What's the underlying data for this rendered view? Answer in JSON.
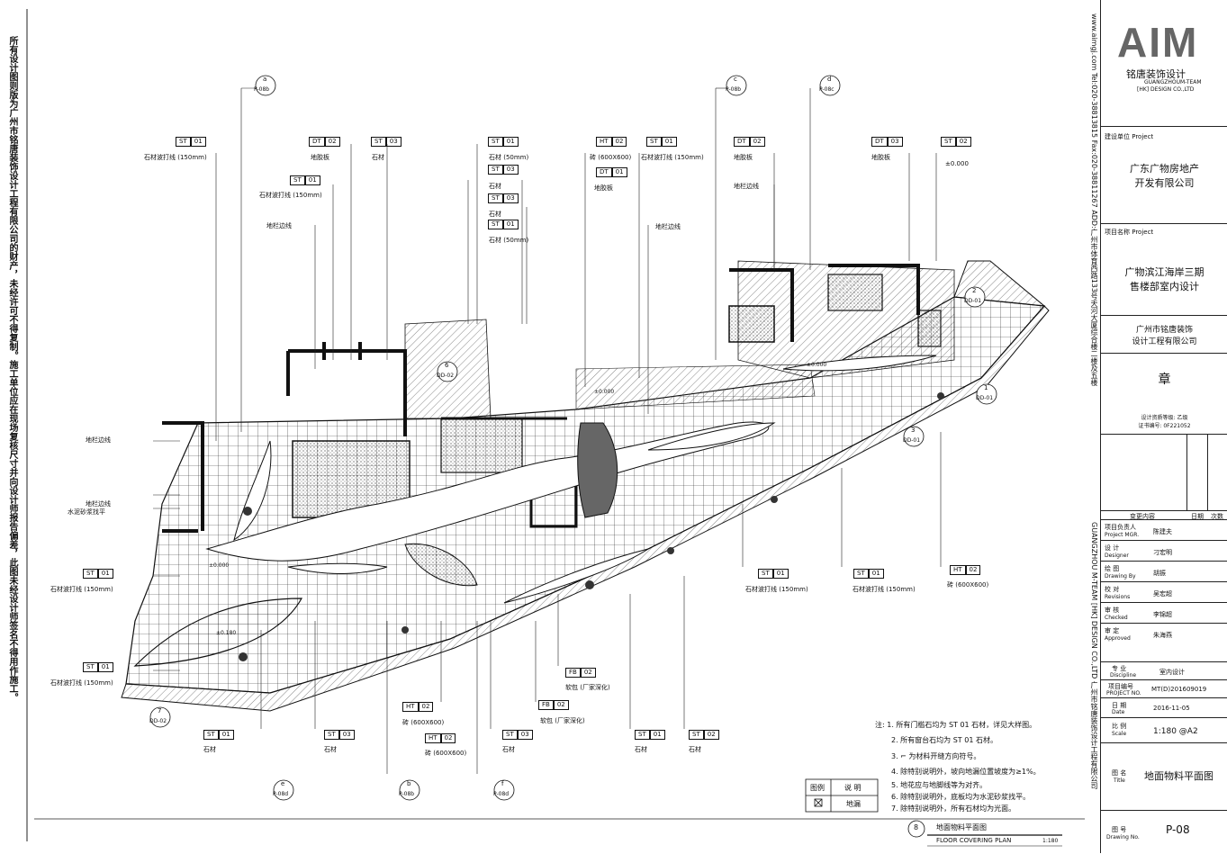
{
  "left_notice": "所有设计图则版为广州市铭唐装饰设计工程有限公司的财产，未经许可不得复制。施工单位应在现场复核尺寸并向设计师报告偏差，此图未经设计师签名不得用作施工。",
  "right_contact": "www.aimgj.com   Tel:020-38813815 Fax:020-38811267   ADD:广州市体育西路133号天河大厦综合楼二楼及五楼",
  "company_vertical": "GUANGZHOU M-TEAM [HK] DESIGN CO.,LTD   广州市铭唐装饰设计工程有限公司",
  "title_block": {
    "logo": "AIM",
    "company_cn": "铭唐装饰设计",
    "company_en1": "GUANGZHOUM-TEAM",
    "company_en2": "[HK] DESIGN CO.,LTD",
    "client_label": "建设单位  Project",
    "client": "广东广物房地产\n开发有限公司",
    "project_label": "项目名称  Project",
    "project": "广物滨江海岸三期\n售楼部室内设计",
    "designer_company": "广州市铭唐装饰\n设计工程有限公司",
    "seal": "章",
    "cert": "设计资质等级: 乙级\n证书编号: 0F221052",
    "revision_header": [
      "变更内容",
      "日期",
      "次数"
    ],
    "roles": [
      {
        "label": "项目负责人",
        "en": "Project MGR.",
        "name": "陈建夫"
      },
      {
        "label": "设 计",
        "en": "Designer",
        "name": "刁宏明"
      },
      {
        "label": "绘 图",
        "en": "Drawing By",
        "name": "胡振"
      },
      {
        "label": "校 对",
        "en": "Revisions",
        "name": "吴宏超"
      },
      {
        "label": "审 核",
        "en": "Checked",
        "name": "李锦超"
      },
      {
        "label": "审 定",
        "en": "Approved",
        "name": "朱海燕"
      }
    ],
    "discipline_label": "专 业",
    "discipline_en": "Discipline",
    "discipline": "室内设计",
    "project_no_label": "项目编号",
    "project_no_en": "PROJECT NO.",
    "project_no": "MT(D)201609019",
    "date_label": "日 期",
    "date_en": "Date",
    "date": "2016-11-05",
    "scale_label": "比 例",
    "scale_en": "Scale",
    "scale": "1:180 @A2",
    "title_label": "图 名",
    "title_en": "Title",
    "title": "地面物料平面图",
    "drawing_no_label": "图 号",
    "drawing_no_en": "Drawing No.",
    "drawing_no": "P-08"
  },
  "notes": [
    "注: 1. 所有门槛石均为 ST 01 石材，详见大样图。",
    "2. 所有窗台石均为 ST 01 石材。",
    "3. ⌐ 为材料开缝方向符号。",
    "4. 除特别说明外，坡向地漏位置坡度为≥1%。",
    "5. 地花应与地脚线等为对齐。",
    "6. 除特别说明外，底板均为水泥砂浆找平。",
    "7. 除特别说明外，所有石材均为光面。"
  ],
  "legend": {
    "header": [
      "图例",
      "说 明"
    ],
    "row": "地漏"
  },
  "plan_title": {
    "num": "8",
    "cn": "地面物料平面图",
    "en": "FLOOR COVERING PLAN",
    "scale": "1:180"
  },
  "callouts": [
    {
      "code": "ST",
      "no": "01",
      "desc": "石材波打线 (150mm)"
    },
    {
      "code": "ST",
      "no": "01",
      "desc": "石材波打线 (150mm)"
    },
    {
      "code": "DT",
      "no": "02",
      "desc": "地胶板"
    },
    {
      "code": "ST",
      "no": "03",
      "desc": "石材"
    },
    {
      "code": "ST",
      "no": "01",
      "desc": "石材 (50mm)"
    },
    {
      "code": "ST",
      "no": "03",
      "desc": "石材"
    },
    {
      "code": "ST",
      "no": "03",
      "desc": "石材"
    },
    {
      "code": "ST",
      "no": "01",
      "desc": "石材 (50mm)"
    },
    {
      "code": "HT",
      "no": "02",
      "desc": "砖 (600X600)"
    },
    {
      "code": "DT",
      "no": "01",
      "desc": "地胶板"
    },
    {
      "code": "ST",
      "no": "01",
      "desc": "石材波打线 (150mm)"
    },
    {
      "code": "DT",
      "no": "02",
      "desc": "地胶板"
    },
    {
      "code": "DT",
      "no": "03",
      "desc": "地胶板"
    },
    {
      "code": "ST",
      "no": "02",
      "desc": "±0.000"
    },
    {
      "code": "ST",
      "no": "01",
      "desc": "石材波打线 (150mm)"
    },
    {
      "code": "ST",
      "no": "01",
      "desc": "石材波打线 (150mm)"
    },
    {
      "code": "ST",
      "no": "01",
      "desc": "石材波打线 (150mm)"
    },
    {
      "code": "ST",
      "no": "01",
      "desc": "石材波打线 (150mm)"
    },
    {
      "code": "HT",
      "no": "02",
      "desc": "砖 (600X600)"
    },
    {
      "code": "FB",
      "no": "02",
      "desc": "软包 (厂家深化)"
    },
    {
      "code": "FB",
      "no": "02",
      "desc": "软包 (厂家深化)"
    },
    {
      "code": "HT",
      "no": "02",
      "desc": "砖 (600X600)"
    },
    {
      "code": "HT",
      "no": "02",
      "desc": "砖 (600X600)"
    },
    {
      "code": "ST",
      "no": "01",
      "desc": "石材"
    },
    {
      "code": "ST",
      "no": "03",
      "desc": "石材"
    },
    {
      "code": "ST",
      "no": "03",
      "desc": "石材"
    },
    {
      "code": "ST",
      "no": "01",
      "desc": "石材"
    },
    {
      "code": "ST",
      "no": "02",
      "desc": "石材"
    }
  ],
  "edge_labels": [
    "地栏边线",
    "地栏边线",
    "地栏边线",
    "地栏边线",
    "地栏边线",
    "水泥砂浆找平"
  ],
  "section_marks": [
    {
      "id": "a",
      "ref": "P-08b"
    },
    {
      "id": "c",
      "ref": "P-08b"
    },
    {
      "id": "d",
      "ref": "P-08c"
    },
    {
      "id": "e",
      "ref": "P-08d"
    },
    {
      "id": "b",
      "ref": "P-08b"
    },
    {
      "id": "f",
      "ref": "P-08d"
    },
    {
      "id": "1",
      "ref": "DD-01"
    },
    {
      "id": "2",
      "ref": "DD-01"
    },
    {
      "id": "3",
      "ref": "DD-01"
    },
    {
      "id": "6",
      "ref": "DD-02"
    },
    {
      "id": "7",
      "ref": "DD-02"
    }
  ],
  "level_marks": [
    "±0.000",
    "±0.000",
    "±0.000",
    "±0.180"
  ]
}
